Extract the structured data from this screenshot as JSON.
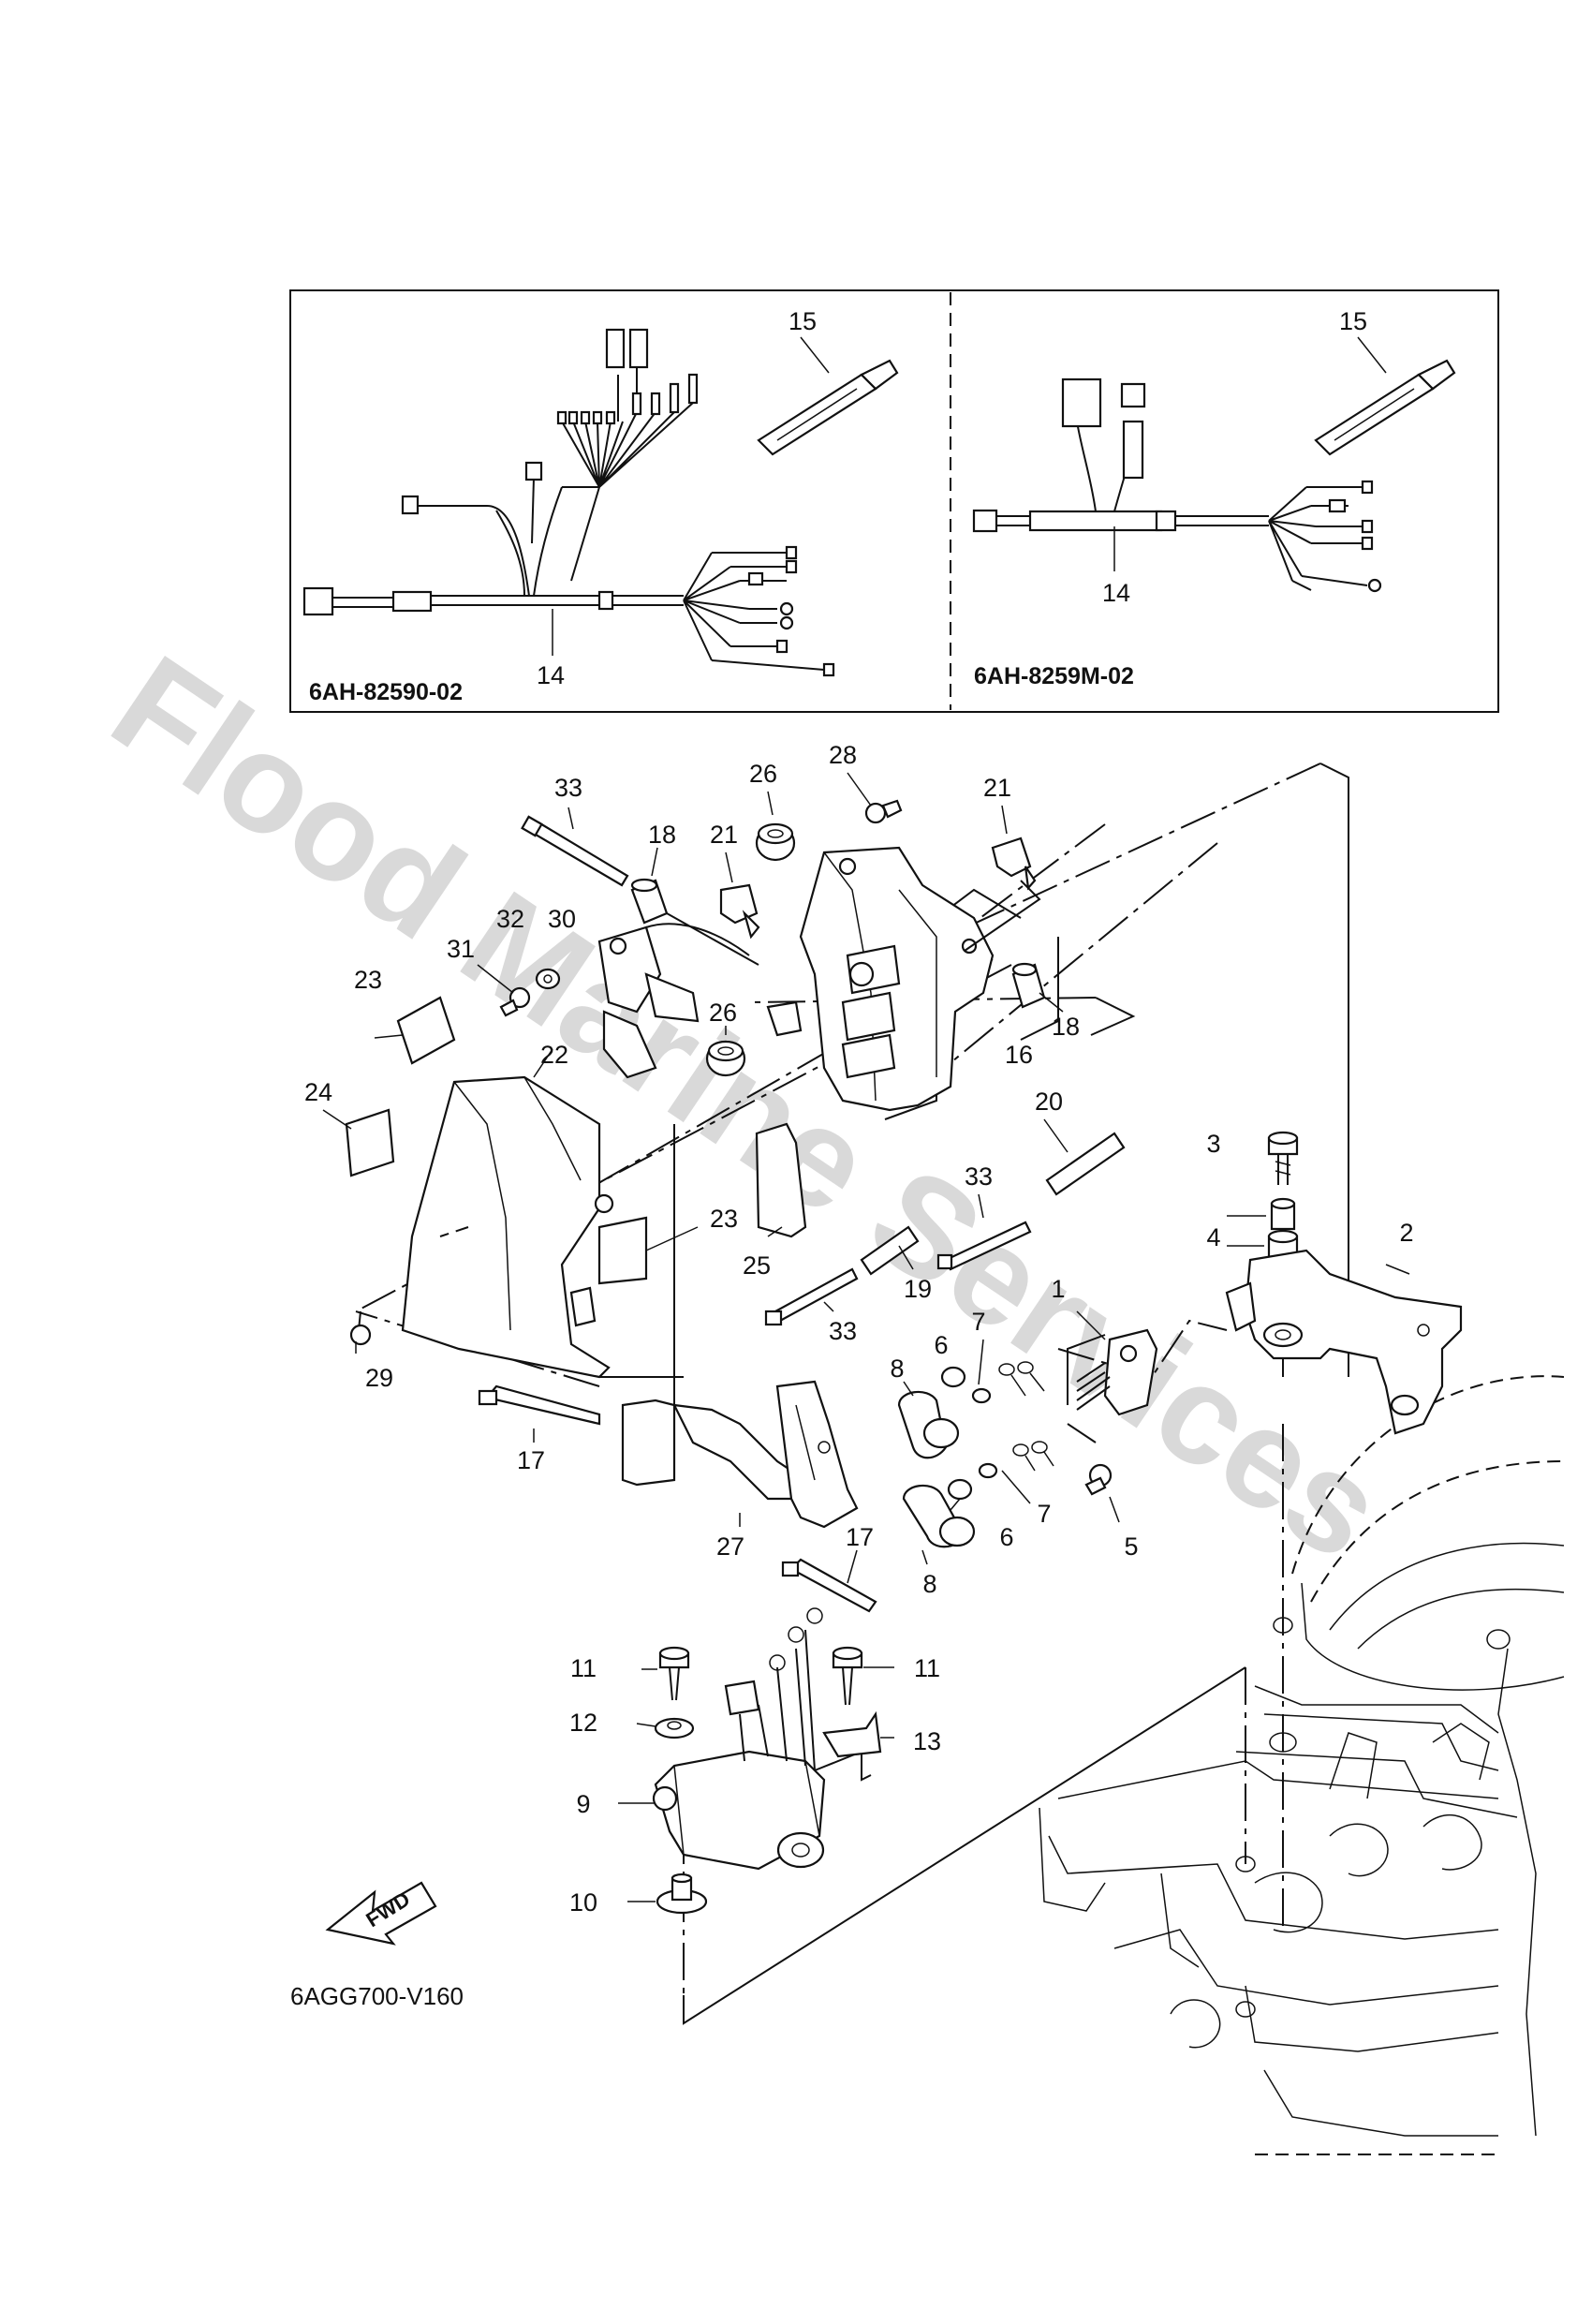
{
  "watermark": "Flood Marine Services",
  "diagram_code": "6AGG700-V160",
  "fwd_label": "FWD",
  "inset_left": {
    "code": "6AH-82590-02",
    "labels": [
      "15",
      "14"
    ]
  },
  "inset_right": {
    "code": "6AH-8259M-02",
    "labels": [
      "15",
      "14"
    ]
  },
  "labels": {
    "l1": "1",
    "l2": "2",
    "l3": "3",
    "l4": "4",
    "l5": "5",
    "l6a": "6",
    "l6b": "6",
    "l7a": "7",
    "l7b": "7",
    "l8a": "8",
    "l8b": "8",
    "l9": "9",
    "l10": "10",
    "l11a": "11",
    "l11b": "11",
    "l12": "12",
    "l13": "13",
    "l16": "16",
    "l17a": "17",
    "l17b": "17",
    "l18a": "18",
    "l18b": "18",
    "l19": "19",
    "l20": "20",
    "l21a": "21",
    "l21b": "21",
    "l22": "22",
    "l23a": "23",
    "l23b": "23",
    "l24": "24",
    "l25": "25",
    "l26a": "26",
    "l26b": "26",
    "l27": "27",
    "l28": "28",
    "l29": "29",
    "l30": "30",
    "l31": "31",
    "l32": "32",
    "l33a": "33",
    "l33b": "33",
    "l33c": "33"
  }
}
